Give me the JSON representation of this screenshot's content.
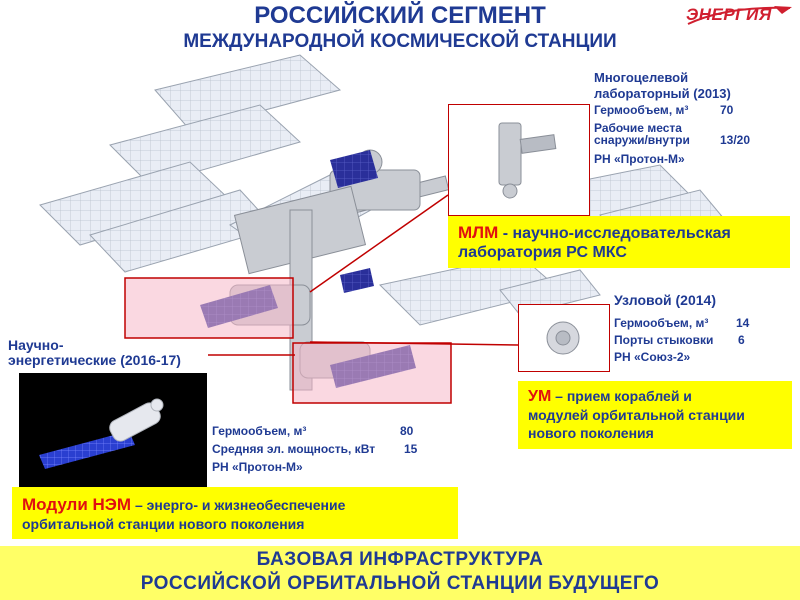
{
  "header": {
    "title_line1": "РОССИЙСКИЙ СЕГМЕНТ",
    "title_line2": "МЕЖДУНАРОДНОЙ КОСМИЧЕСКОЙ СТАНЦИИ",
    "logo": "ЭНЕРГИЯ"
  },
  "mlm": {
    "title_line1": "Многоцелевой",
    "title_line2": "лабораторный (2013)",
    "volume_label": "Гермообъем, м³",
    "volume_value": "70",
    "workplaces_label_1": "Рабочие места",
    "workplaces_label_2": "снаружи/внутри",
    "workplaces_value": "13/20",
    "rocket": "РН «Протон-М»",
    "banner_abbr": "МЛМ",
    "banner_text_1": " - научно-исследовательская",
    "banner_text_2": "лаборатория РС МКС"
  },
  "um": {
    "title": "Узловой (2014)",
    "volume_label": "Гермообъем, м³",
    "volume_value": "14",
    "ports_label": "Порты стыковки",
    "ports_value": "6",
    "rocket": "РН «Союз-2»",
    "banner_abbr": "УМ",
    "banner_text_1": " – прием кораблей и",
    "banner_text_2": "модулей орбитальной станции",
    "banner_text_3": "нового поколения"
  },
  "nem": {
    "title_line1": "Научно-",
    "title_line2": "энергетические (2016-17)",
    "volume_label": "Гермообъем, м³",
    "volume_value": "80",
    "power_label": "Средняя эл. мощность, кВт",
    "power_value": "15",
    "rocket": "РН «Протон-М»",
    "banner_abbr": "Модули НЭМ",
    "banner_text_1": " – энерго- и жизнеобеспечение",
    "banner_text_2": "орбитальной станции нового поколения"
  },
  "footer": {
    "line1": "БАЗОВАЯ ИНФРАСТРУКТУРА",
    "line2": "РОССИЙСКОЙ  ОРБИТАЛЬНОЙ СТАНЦИИ  БУДУЩЕГО"
  },
  "colors": {
    "title_blue": "#1f3a93",
    "accent_red": "#e01010",
    "banner_yellow": "#ffff00",
    "footer_yellow": "#ffff66"
  }
}
